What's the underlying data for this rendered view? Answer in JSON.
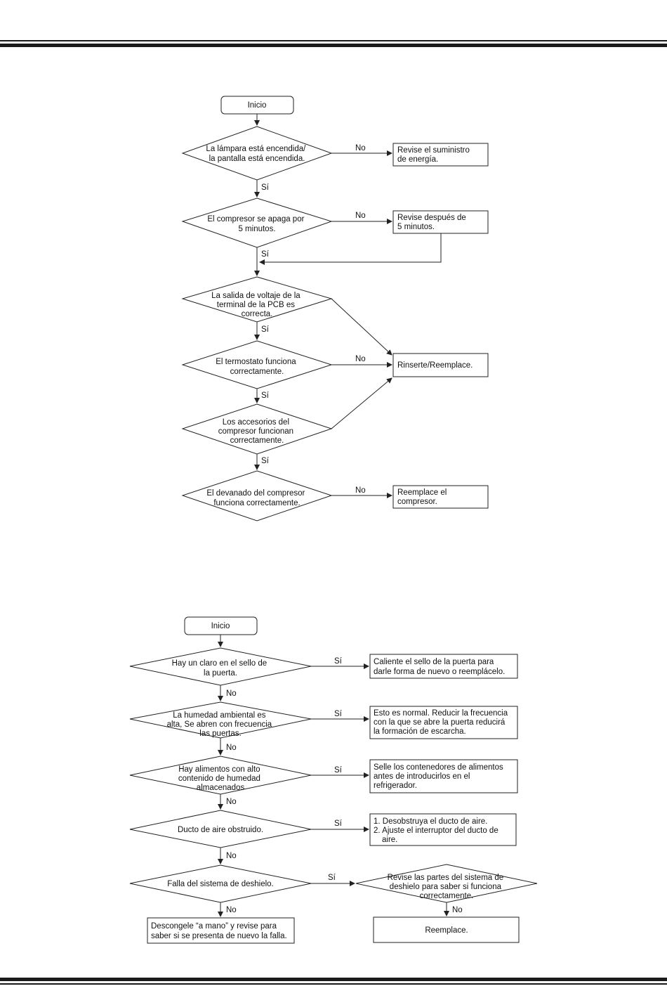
{
  "flowchart_1": {
    "start": "Inicio",
    "q1": [
      "La lámpara está encendida/",
      "la pantalla está encendida."
    ],
    "q1_no": "No",
    "r1": [
      "Revise el suministro",
      "de energía."
    ],
    "q1_yes": "Sí",
    "q2": [
      "El compresor se apaga por",
      "5 minutos."
    ],
    "q2_no": "No",
    "r2": [
      "Revise después de",
      "5 minutos."
    ],
    "q2_yes": "Sí",
    "q3": [
      "La salida de voltaje de la",
      "terminal de la PCB es",
      "correcta."
    ],
    "q3_yes": "Sí",
    "q4": [
      "El termostato funciona",
      "correctamente."
    ],
    "q4_no": "No",
    "r_reinsert": "Rinserte/Reemplace.",
    "q4_yes": "Sí",
    "q5": [
      "Los accesorios del",
      "compresor funcionan",
      "correctamente."
    ],
    "q5_yes": "Sí",
    "q6": [
      "El devanado del compresor",
      "funciona correctamente."
    ],
    "q6_no": "No",
    "r6": [
      "Reemplace el",
      "compresor."
    ]
  },
  "flowchart_2": {
    "start": "Inicio",
    "q1": [
      "Hay un claro en el sello de",
      "la puerta."
    ],
    "q1_yes": "Sí",
    "r1": [
      "Caliente el sello de la puerta para",
      "darle forma de nuevo o reemplácelo."
    ],
    "q1_no": "No",
    "q2": [
      "La humedad ambiental es",
      "alta, Se abren con frecuencia",
      "las puertas."
    ],
    "q2_yes": "Sí",
    "r2": [
      "Esto es normal. Reducir la frecuencia",
      "con la que se abre la puerta reducirá",
      "la formación de escarcha."
    ],
    "q2_no": "No",
    "q3": [
      "Hay alimentos con alto",
      "contenido de humedad",
      "almacenados"
    ],
    "q3_yes": "Sí",
    "r3": [
      "Selle los contenedores de alimentos",
      "antes de introducirlos en el",
      "refrigerador."
    ],
    "q3_no": "No",
    "q4": [
      "Ducto de aire obstruido."
    ],
    "q4_yes": "Sí",
    "r4": [
      "1. Desobstruya el ducto de aire.",
      "2. Ajuste el interruptor del ducto de",
      "aire."
    ],
    "q4_no": "No",
    "q5": [
      "Falla del sistema de deshielo."
    ],
    "q5_yes": "Sí",
    "q6": [
      "Revise las partes del sistema de",
      "deshielo para saber si funciona",
      "correctamente."
    ],
    "q6_no": "No",
    "r_replace": "Reemplace.",
    "q5_no": "No",
    "r5": [
      "Descongele “a mano” y revise para",
      "saber si se presenta de nuevo la falla."
    ]
  }
}
